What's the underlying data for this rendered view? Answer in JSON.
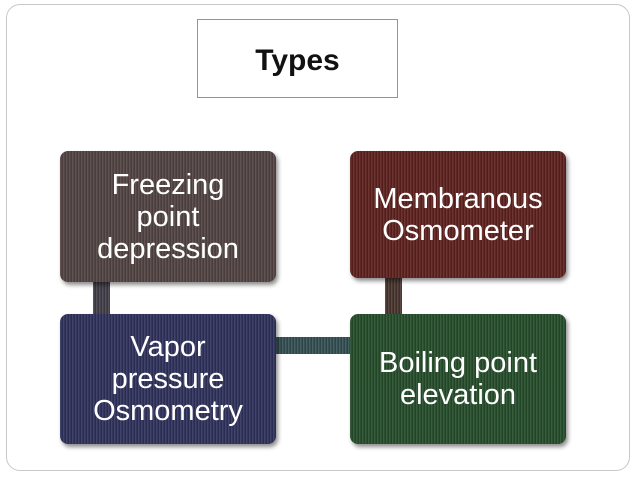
{
  "title": "Types",
  "boxes": {
    "freezing": [
      "Freezing",
      "point",
      "depression"
    ],
    "membranous": [
      "Membranous",
      "Osmometer"
    ],
    "vapor": [
      "Vapor",
      "pressure",
      "Osmometry"
    ],
    "boiling": [
      "Boiling point",
      "elevation"
    ]
  },
  "colors": {
    "title_border": "#e07a52",
    "freezing": "#4e4140",
    "membranous": "#5a1e1b",
    "vapor": "#2c2e58",
    "boiling": "#224a27",
    "text": "#ffffff"
  }
}
